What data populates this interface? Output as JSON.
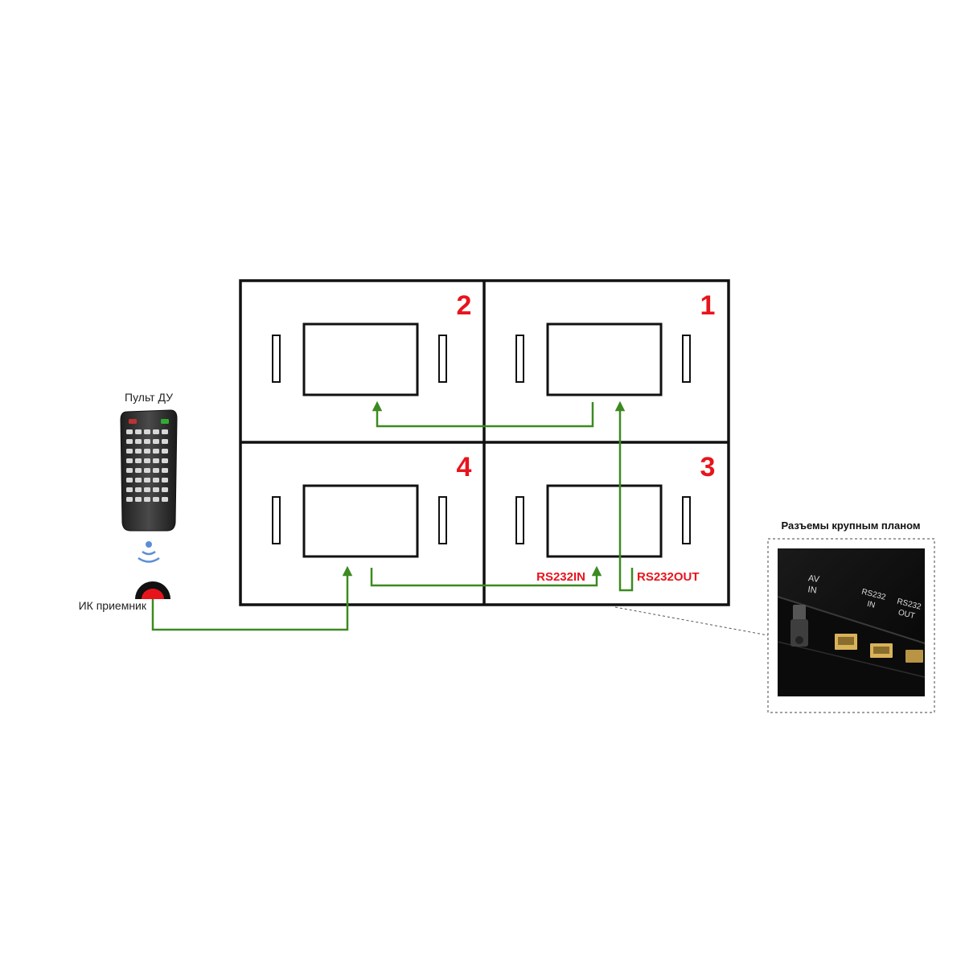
{
  "remote": {
    "label": "Пульт ДУ"
  },
  "ir_receiver": {
    "label": "ИК приемник"
  },
  "panels": [
    {
      "number": "2"
    },
    {
      "number": "1"
    },
    {
      "number": "4"
    },
    {
      "number": "3"
    }
  ],
  "ports": {
    "in_label": "RS232IN",
    "out_label": "RS232OUT"
  },
  "closeup": {
    "title": "Разъемы крупным планом",
    "av_label": [
      "AV",
      "IN"
    ],
    "rs_in_label": [
      "RS232",
      "IN"
    ],
    "rs_out_label": [
      "RS232",
      "OUT"
    ]
  },
  "colors": {
    "cable": "#3c8a21",
    "number": "#e8141c",
    "port_label": "#e8141c",
    "frame": "#111111"
  }
}
